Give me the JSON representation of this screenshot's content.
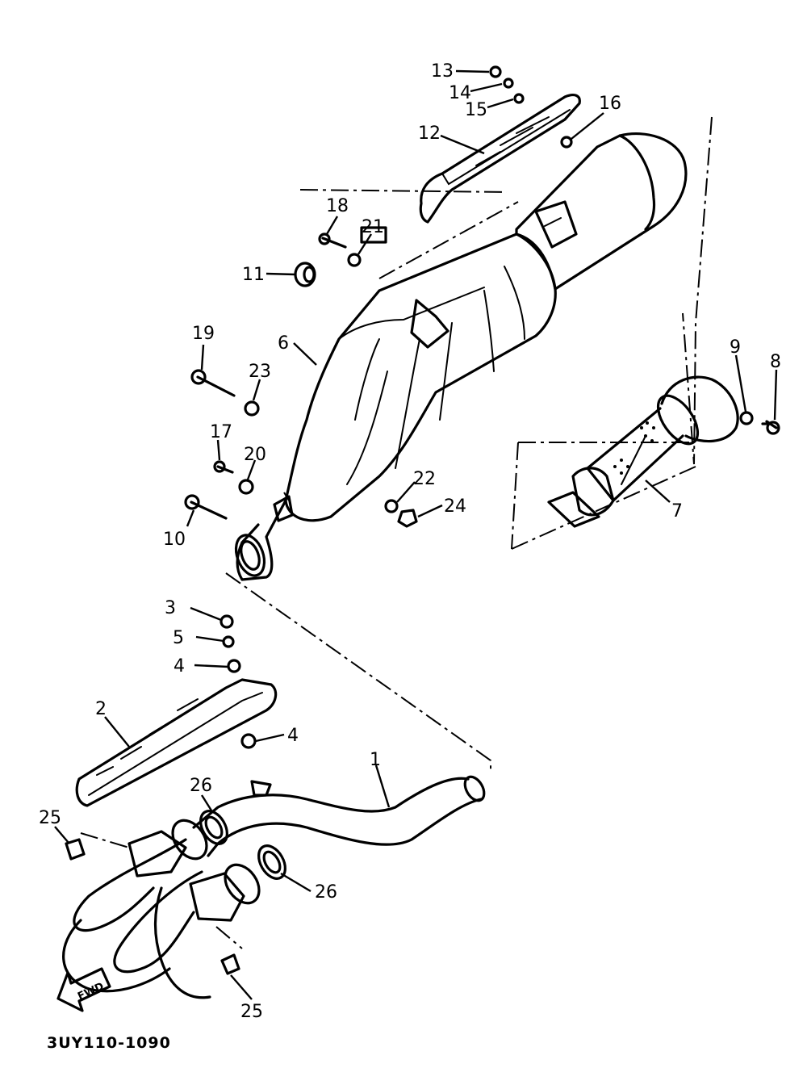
{
  "diagram": {
    "drawing_code": "3UY110-1090",
    "direction_label": "FWD",
    "callouts": {
      "c1": "1",
      "c2": "2",
      "c3": "3",
      "c4a": "4",
      "c4b": "4",
      "c5": "5",
      "c6": "6",
      "c7": "7",
      "c8": "8",
      "c9": "9",
      "c10": "10",
      "c11": "11",
      "c12": "12",
      "c13": "13",
      "c14": "14",
      "c15": "15",
      "c16": "16",
      "c17": "17",
      "c18": "18",
      "c19": "19",
      "c20": "20",
      "c21": "21",
      "c22": "22",
      "c23": "23",
      "c24": "24",
      "c25a": "25",
      "c25b": "25",
      "c26a": "26",
      "c26b": "26"
    }
  }
}
